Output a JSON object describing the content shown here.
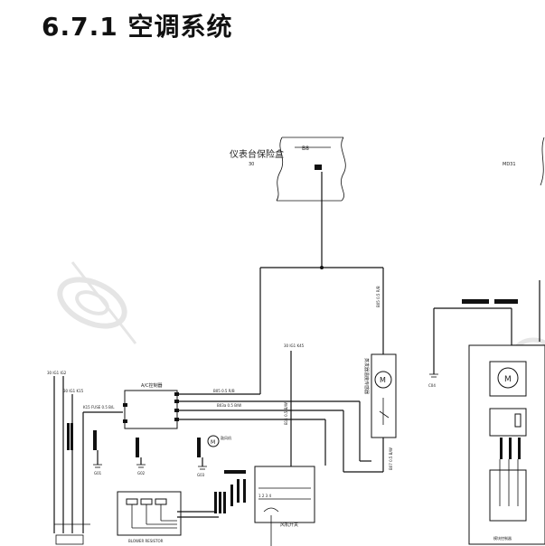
{
  "page": {
    "title": "6.7.1 空调系统"
  },
  "diagram": {
    "fusebox_label": "仪表台保险盒",
    "fuse_id": "B8",
    "fuse_pin": "30",
    "fuse_right_label": "MD31",
    "ac_controller": "A/C控制器",
    "blower_label": "鼓风机",
    "switch_label": "风机开关",
    "evaporator_label": "蒸发器温度传感器",
    "motor_label": "M",
    "relay_box_label": "BLOWER RESISTOR",
    "ground_1": "G01",
    "ground_2": "G02",
    "ground_3": "G03",
    "ground_right": "C04",
    "left_top_label": "30 IG1 IG2",
    "left_mid_label": "30 IG1 K15",
    "connector_label": "K15 FUSE 0.5 B/L",
    "wire_label_1": "B05 0.5 R/B",
    "wire_label_2": "B03a 0.5 B/W",
    "wire_label_3": "B11 0.5 B/W",
    "wire_label_4": "B07 0.5 B/W",
    "right_bottom_label": "模块控制器",
    "top_center_label": "30 IG1 K45",
    "switch_positions": "1 2 3 4"
  }
}
